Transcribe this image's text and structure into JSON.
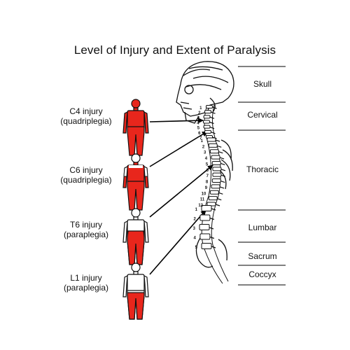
{
  "title": "Level of Injury and Extent of Paralysis",
  "injuries": [
    {
      "level": "C4 injury",
      "type": "(quadriplegia)"
    },
    {
      "level": "C6 injury",
      "type": "(quadriplegia)"
    },
    {
      "level": "T6 injury",
      "type": "(paraplegia)"
    },
    {
      "level": "L1 injury",
      "type": "(paraplegia)"
    }
  ],
  "regions": [
    "Skull",
    "Cervical",
    "Thoracic",
    "Lumbar",
    "Sacrum",
    "Coccyx"
  ],
  "vertebra_numbers": {
    "cervical": [
      "1",
      "2",
      "3",
      "4",
      "5",
      "6",
      "7"
    ],
    "thoracic": [
      "1",
      "2",
      "3",
      "4",
      "5",
      "6",
      "7",
      "8",
      "9",
      "10",
      "11",
      "12"
    ],
    "lumbar": [
      "1",
      "2",
      "3",
      "4",
      "5"
    ]
  },
  "colors": {
    "paralysis": "#e8261c",
    "outline": "#111111",
    "arrow": "#000000"
  },
  "icons": {
    "figure": "human-body-figure-icon",
    "skeleton": "spine-skeleton-icon"
  }
}
